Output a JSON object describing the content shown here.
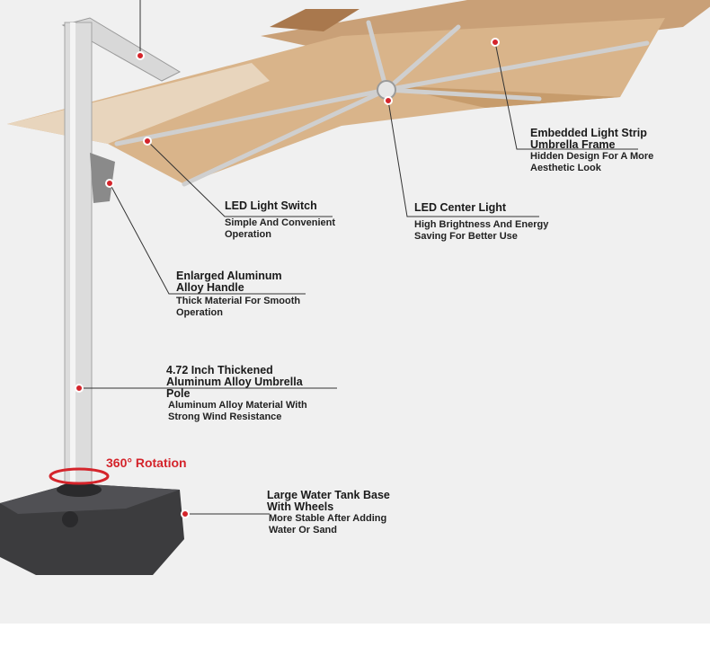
{
  "image": {
    "subject": "Cantilever patio umbrella with LED lights on water tank base",
    "colors": {
      "canopy": "#d9b48a",
      "canopy_shadow": "#b88c5c",
      "pole": "#d6d6d6",
      "base": "#3c3c3e",
      "accent": "#d4242b",
      "background": "#f0f0f0"
    }
  },
  "annotations": {
    "light_strip": {
      "title": "Embedded Light Strip Umbrella Frame",
      "desc": "Hidden Design For A More Aesthetic Look"
    },
    "led_switch": {
      "title": "LED Light Switch",
      "desc": "Simple And Convenient Operation"
    },
    "center_light": {
      "title": "LED Center Light",
      "desc": "High Brightness And Energy Saving For Better Use"
    },
    "handle": {
      "title": "Enlarged Aluminum Alloy Handle",
      "desc": "Thick Material For Smooth Operation"
    },
    "pole": {
      "title": "4.72 Inch Thickened Aluminum Alloy Umbrella Pole",
      "desc": "Aluminum Alloy Material With Strong Wind Resistance"
    },
    "base": {
      "title": "Large Water Tank Base With Wheels",
      "desc": "More Stable After Adding Water Or Sand"
    },
    "rotation": {
      "label": "360° Rotation"
    }
  }
}
